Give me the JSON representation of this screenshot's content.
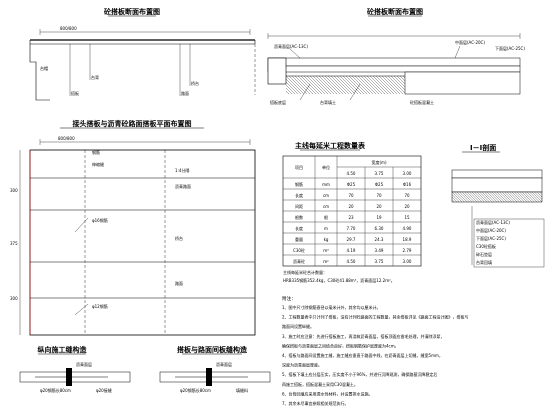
{
  "titles": {
    "slab_section": "砼搭板断面布置图",
    "slab_section_right": "砼搭板断面布置图",
    "plan": "接头搭板与沥青砼路面搭板平面布置图",
    "quantity_table": "主线每延米工程数量表",
    "section_1_1": "Ⅰ－Ⅰ剖面",
    "joint_1": "纵向施工缝构造",
    "joint_2": "搭板与路面间板缝构造"
  },
  "dimensions": {
    "top_width": "800/800",
    "plan_width": "800/800",
    "plan_vertical": [
      "300",
      "375",
      "300"
    ]
  },
  "labels": {
    "left_section": [
      "搭板",
      "台背",
      "路面",
      "桥台",
      "台帽"
    ],
    "right_section": [
      "沥青面层(AC-13C)",
      "中面层(AC-20C)",
      "下面层(AC-25C)",
      "搭板底层",
      "台背填土",
      "砼搭板混凝土"
    ],
    "plan": [
      "钢筋",
      "伸缩缝",
      "1:4分隔",
      "沥青路面",
      "桥台",
      "路面",
      "φ16钢筋",
      "φ12钢筋"
    ],
    "section_1_1": [
      "沥青面层(AC-13C)",
      "中面层(AC-20C)",
      "下面层(AC-25C)",
      "C30砼搭板",
      "碎石垫层",
      "台背回填"
    ],
    "joint_1": [
      "沥青面层",
      "φ20接缝",
      "φ20钢筋长80cm"
    ],
    "joint_2": [
      "沥青面层",
      "φ20钢筋长80cm",
      "填缝料"
    ]
  },
  "table": {
    "header": [
      "项目",
      "单位",
      "宽度(m)"
    ],
    "subheader": [
      "4.50",
      "3.75",
      "3.00"
    ],
    "rows": [
      [
        "钢筋",
        "mm",
        "Φ25",
        "Φ25",
        "Φ16"
      ],
      [
        "长度",
        "cm",
        "70",
        "70",
        "70"
      ],
      [
        "间距",
        "cm",
        "20",
        "20",
        "20"
      ],
      [
        "根数",
        "根",
        "23",
        "19",
        "15"
      ],
      [
        "长度",
        "m",
        "7.70",
        "6.30",
        "4.90"
      ],
      [
        "重量",
        "kg",
        "29.7",
        "24.3",
        "18.9"
      ],
      [
        "C30砼",
        "m³",
        "4.19",
        "3.49",
        "2.79"
      ],
      [
        "沥青砼",
        "m²",
        "4.50",
        "3.75",
        "3.00"
      ]
    ],
    "footer_title": "主线每延米砼合计数量：",
    "footer_text": "HRB335钢筋352.4kg，C30砼41.88m³，沥青面层12.2m²。"
  },
  "notes": {
    "title": "附注：",
    "items": [
      "1、图中尺寸除钢筋直径以毫米计外，其余均以厘米计。",
      "2、工程数量表中只计列了搭板，没有计列砼路面的工程数量，其余搭板详见《路面工程设计图》，搭板与",
      "   路面间设置纵缝。",
      "3、施工时应注意：先进行搭板施工，再浇筑沥青面层，搭板顶面应凿毛处理，并清除浮浆，",
      "   确保搭板与沥青面层之间结合良好，搭板钢筋保护层厚度为4cm。",
      "4、搭板与路面间设置施工缝，施工缝应垂直于路面中线，在沥青面层上切缝，缝宽5mm，",
      "   深度为沥青面层厚度。",
      "5、搭板下填土应分层压实，压实度不小于96%，并进行沉降观测，确保路基沉降稳定后",
      "   再施工搭板，搭板混凝土采用C30混凝土。",
      "6、台背回填应采用透水性材料，并设置排水设施。",
      "7、其余未尽事宜参照相关规范执行。"
    ]
  }
}
